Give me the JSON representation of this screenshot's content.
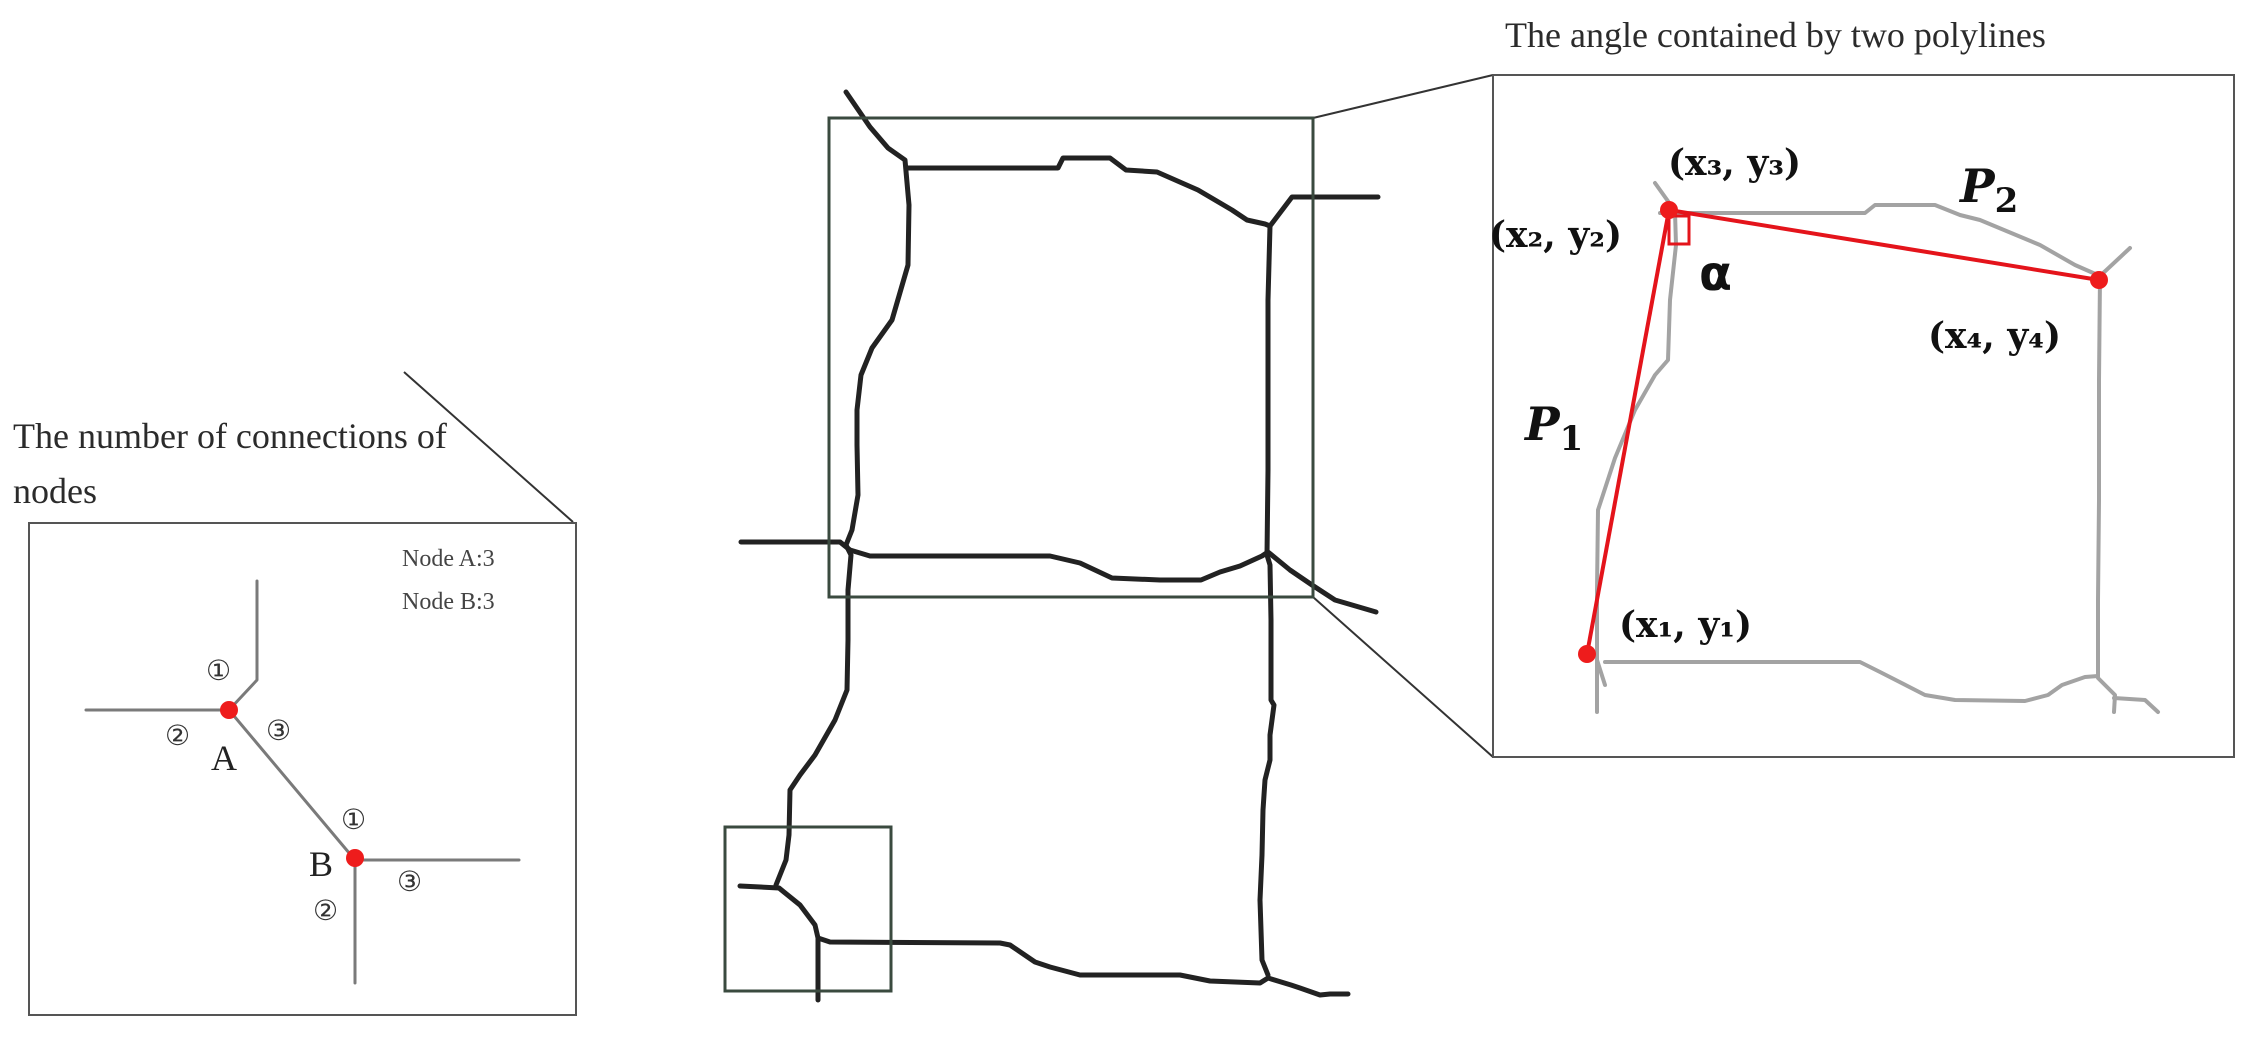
{
  "left_panel": {
    "title_line1": "The number of connections of",
    "title_line2": "nodes",
    "legend_a": "Node A:3",
    "legend_b": "Node B:3",
    "node_a_label": "A",
    "node_b_label": "B",
    "a_conn_1": "①",
    "a_conn_2": "②",
    "a_conn_3": "③",
    "b_conn_1": "①",
    "b_conn_2": "②",
    "b_conn_3": "③"
  },
  "right_panel": {
    "title": "The angle contained by two polylines",
    "p1_label": "P",
    "p1_sub": "1",
    "p2_label": "P",
    "p2_sub": "2",
    "alpha": "α",
    "coords": {
      "x1y1": "(x₁, y₁)",
      "x2y2": "(x₂, y₂)",
      "x3y3": "(x₃, y₃)",
      "x4y4": "(x₄, y₄)"
    }
  },
  "colors": {
    "road_network": "#222222",
    "zoom_roads": "#a3a3a3",
    "polyline": "#e4141b",
    "node": "#ee1c1c",
    "frame": "#3a4a3f"
  }
}
